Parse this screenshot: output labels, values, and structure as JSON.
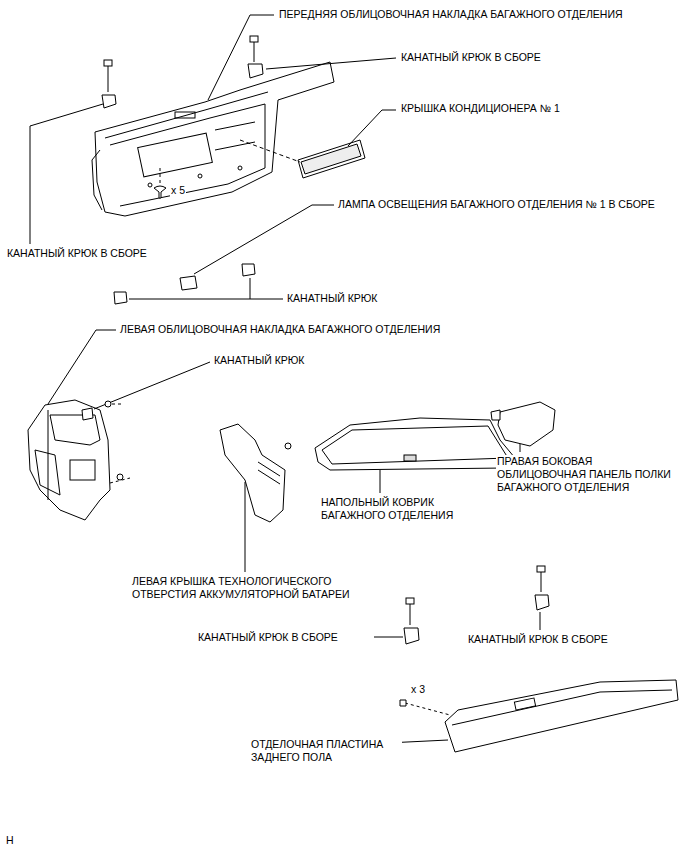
{
  "diagram": {
    "labels": [
      "ПЕРЕДНЯЯ ОБЛИЦОВОЧНАЯ НАКЛАДКА БАГАЖНОГО ОТДЕЛЕНИЯ",
      "КАНАТНЫЙ КРЮК В СБОРЕ",
      "КРЫШКА КОНДИЦИОНЕРА № 1",
      "x 5",
      "КАНАТНЫЙ КРЮК В СБОРЕ",
      "ЛАМПА ОСВЕЩЕНИЯ БАГАЖНОГО ОТДЕЛЕНИЯ № 1 В СБОРЕ",
      "КАНАТНЫЙ КРЮК",
      "ЛЕВАЯ ОБЛИЦОВОЧНАЯ НАКЛАДКА БАГАЖНОГО ОТДЕЛЕНИЯ",
      "КАНАТНЫЙ КРЮК",
      "ПРАВАЯ БОКОВАЯ ОБЛИЦОВОЧНАЯ ПАНЕЛЬ ПОЛКИ БАГАЖНОГО ОТДЕЛЕНИЯ",
      "НАПОЛЬНЫЙ КОВРИК БАГАЖНОГО ОТДЕЛЕНИЯ",
      "ЛЕВАЯ КРЫШКА ТЕХНОЛОГИЧЕСКОГО ОТВЕРСТИЯ АККУМУЛЯТОРНОЙ БАТАРЕИ",
      "КАНАТНЫЙ КРЮК В СБОРЕ",
      "КАНАТНЫЙ КРЮК В СБОРЕ",
      "x 3",
      "ОТДЕЛОЧНАЯ ПЛАСТИНА ЗАДНЕГО ПОЛА",
      "H"
    ]
  }
}
